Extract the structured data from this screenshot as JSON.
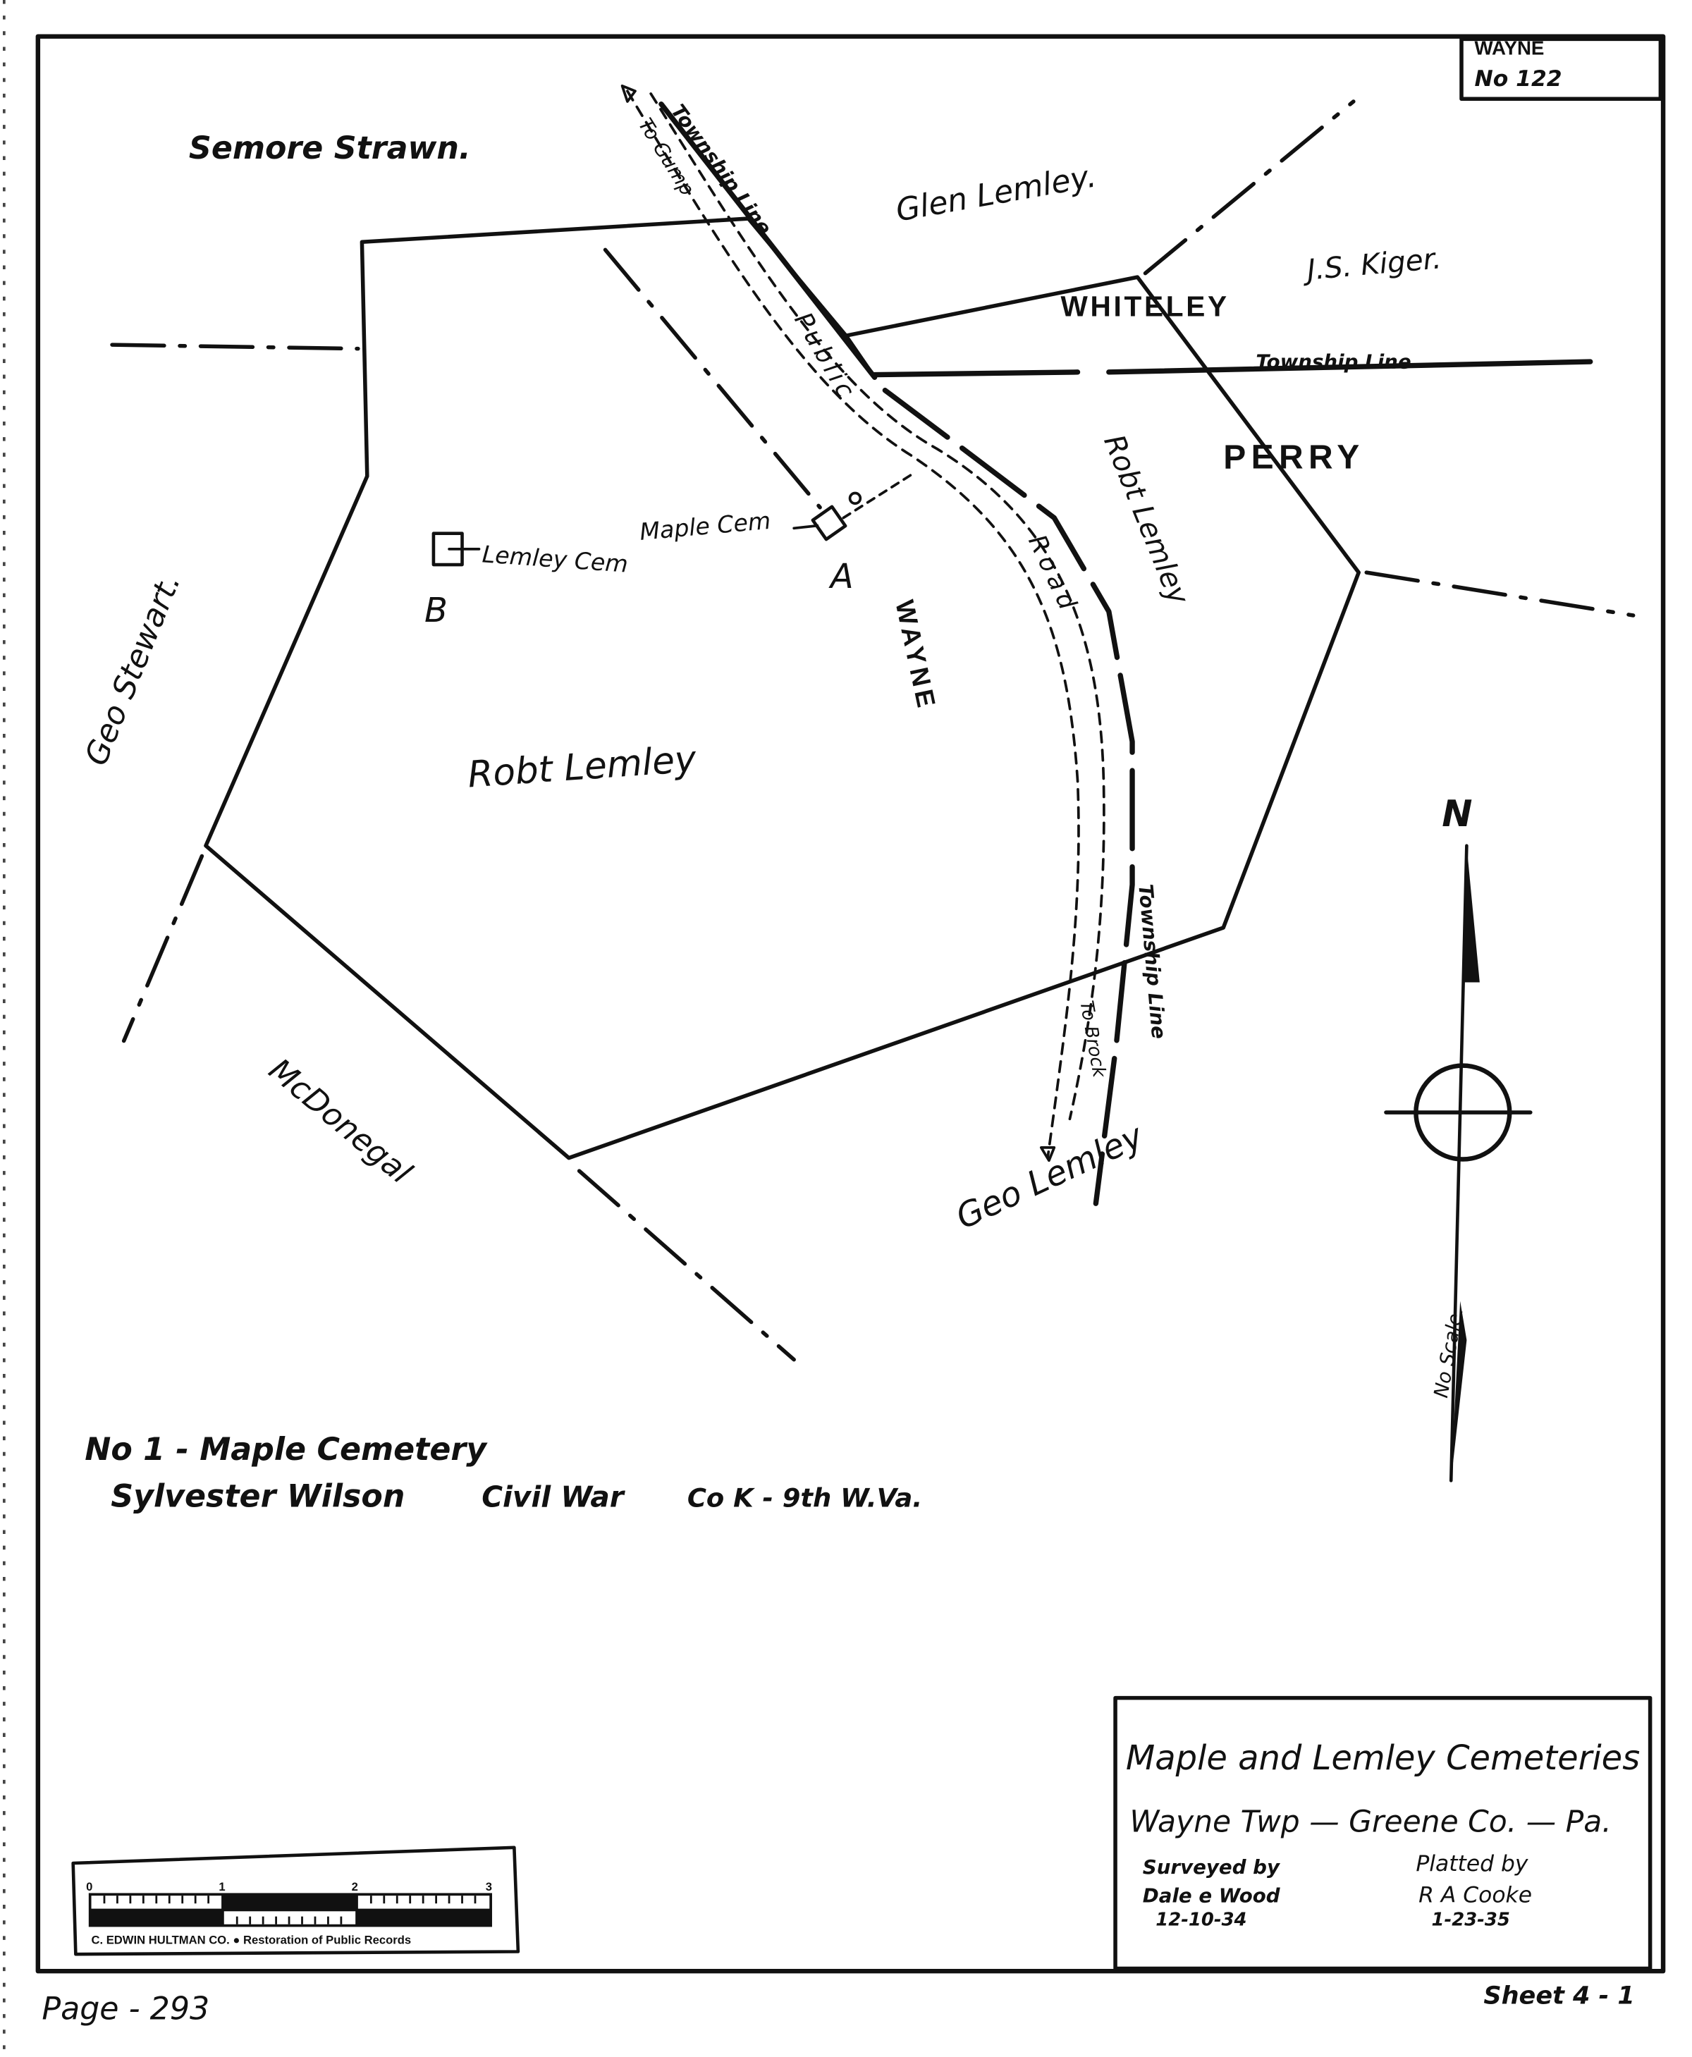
{
  "sheet_label": {
    "line1": "WAYNE",
    "line2": "No 122"
  },
  "owners": {
    "semore_strawn": "Semore Strawn.",
    "glen_lemley": "Glen Lemley.",
    "js_kiger": "J.S. Kiger.",
    "robt_lemley_east": "Robt Lemley",
    "robt_lemley_main": "Robt Lemley",
    "geo_stewart": "Geo Stewart.",
    "mcdonegal": "McDonegal",
    "geo_lemley": "Geo Lemley"
  },
  "townships": {
    "whiteley": "WHITELEY",
    "perry": "PERRY",
    "wayne": "WAYNE"
  },
  "roads": {
    "township_line_nw": "Township Line",
    "to_gump": "To Gump",
    "public": "Public",
    "road": "Road",
    "township_line_e": "Township Line",
    "township_line_s": "Township Line",
    "to_brock": "To Brock"
  },
  "cemeteries": {
    "maple": {
      "label": "Maple Cem",
      "marker": "A"
    },
    "lemley": {
      "label": "Lemley Cem",
      "marker": "B"
    }
  },
  "compass": {
    "north": "N",
    "scale_note": "No Scale."
  },
  "notes": {
    "line1": "No 1 - Maple Cemetery",
    "line2_name": "Sylvester Wilson",
    "line2_war": "Civil War",
    "line2_unit": "Co K - 9th W.Va."
  },
  "title_block": {
    "title": "Maple and Lemley Cemeteries",
    "location": "Wayne Twp — Greene Co. — Pa.",
    "surveyed_label": "Surveyed by",
    "surveyed_name": "Dale e Wood",
    "surveyed_date": "12-10-34",
    "platted_label": "Platted by",
    "platted_name": "R A Cooke",
    "platted_date": "1-23-35"
  },
  "scale_bar": {
    "ticks": [
      "0",
      "1",
      "2",
      "3"
    ],
    "credit": "C. EDWIN HULTMAN CO.  ●  Restoration of Public Records"
  },
  "footer": {
    "page": "Page - 293",
    "sheet": "Sheet 4 - 1"
  }
}
